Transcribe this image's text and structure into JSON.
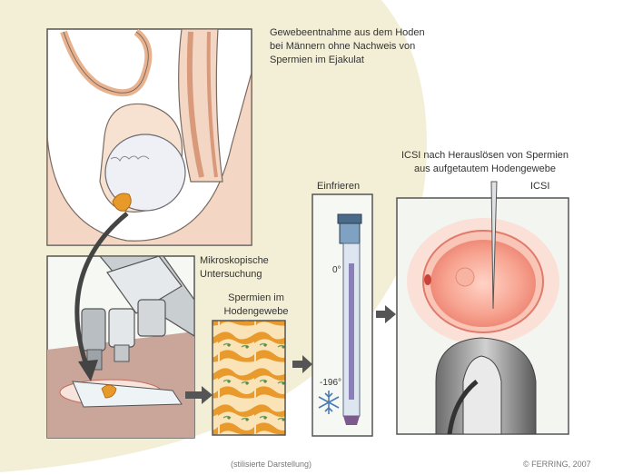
{
  "labels": {
    "biopsy_line1": "Gewebeentnahme aus dem Hoden",
    "biopsy_line2": "bei Männern ohne Nachweis von",
    "biopsy_line3": "Spermien im Ejakulat",
    "microscope_line1": "Mikroskopische",
    "microscope_line2": "Untersuchung",
    "tissue_line1": "Spermien im",
    "tissue_line2": "Hodengewebe",
    "freeze": "Einfrieren",
    "icsi_caption_line1": "ICSI nach Herauslösen von Spermien",
    "icsi_caption_line2": "aus aufgetautem Hodengewebe",
    "icsi_title": "ICSI",
    "temp_top": "0°",
    "temp_bottom": "-196°",
    "footer_note": "(stilisierte Darstellung)",
    "copyright": "© FERRING, 2007"
  },
  "colors": {
    "background_blob": "#f3efd6",
    "panel_bg": "#f6f8f4",
    "outline": "#555555",
    "tissue": "#e79a2a",
    "skin": "#f3d6c3",
    "egg": "#f08a7a",
    "arrow": "#555555"
  },
  "icons": [
    "snowflake-icon",
    "arrow-right-icon",
    "curved-arrow-icon"
  ]
}
